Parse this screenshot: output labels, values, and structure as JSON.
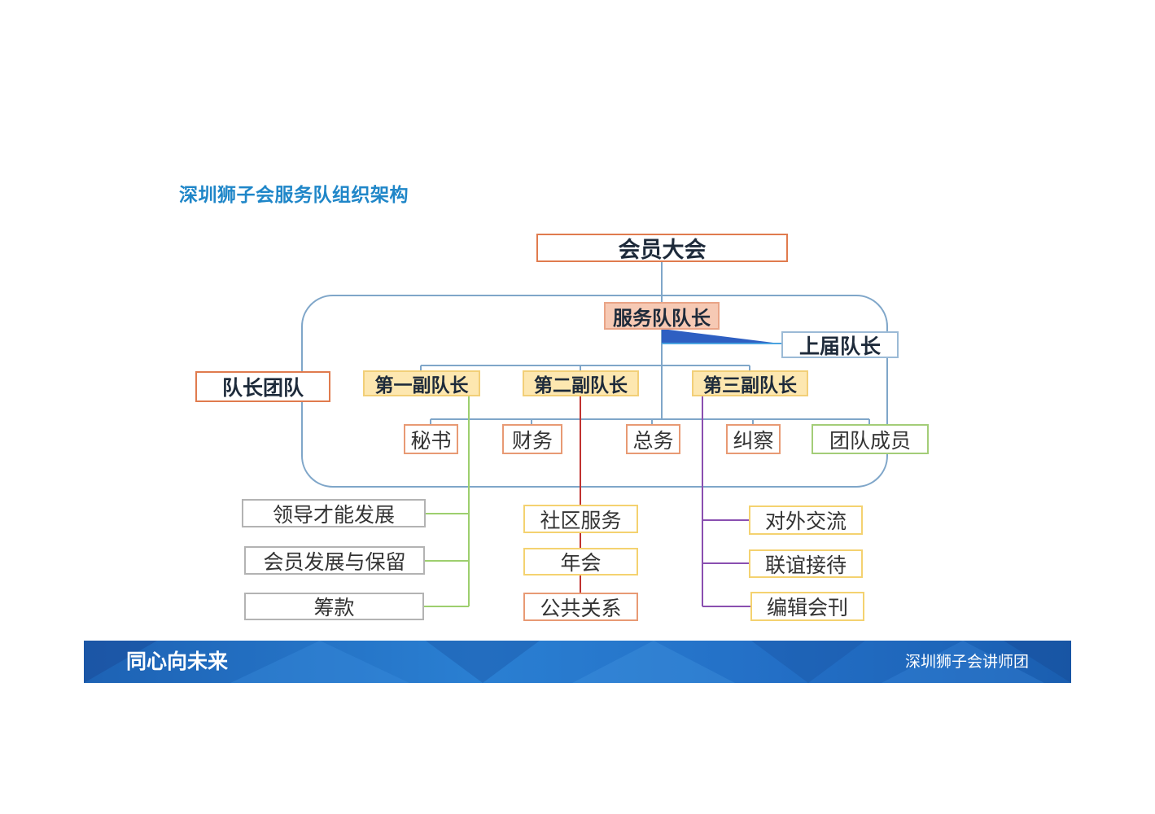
{
  "title": "深圳狮子会服务队组织架构",
  "nodes": {
    "general_assembly": "会员大会",
    "team_leader": "服务队队长",
    "past_leader": "上届队长",
    "leadership_team": "队长团队",
    "vp1": "第一副队长",
    "vp2": "第二副队长",
    "vp3": "第三副队长",
    "secretary": "秘书",
    "finance": "财务",
    "general_affairs": "总务",
    "inspector": "纠察",
    "team_members": "团队成员"
  },
  "vp1_items": [
    "领导才能发展",
    "会员发展与保留",
    "筹款"
  ],
  "vp2_items": [
    "社区服务",
    "年会",
    "公共关系"
  ],
  "vp3_items": [
    "对外交流",
    "联谊接待",
    "编辑会刊"
  ],
  "banner": {
    "slogan": "同心向未来",
    "org": "深圳狮子会讲师团"
  },
  "colors": {
    "title": "#1f86c8",
    "vp1_line": "#9dcf6e",
    "vp2_line": "#c0322f",
    "vp3_line": "#8a4fb0",
    "tree_line": "#7fa6c9",
    "banner": "#1f6ec4"
  }
}
